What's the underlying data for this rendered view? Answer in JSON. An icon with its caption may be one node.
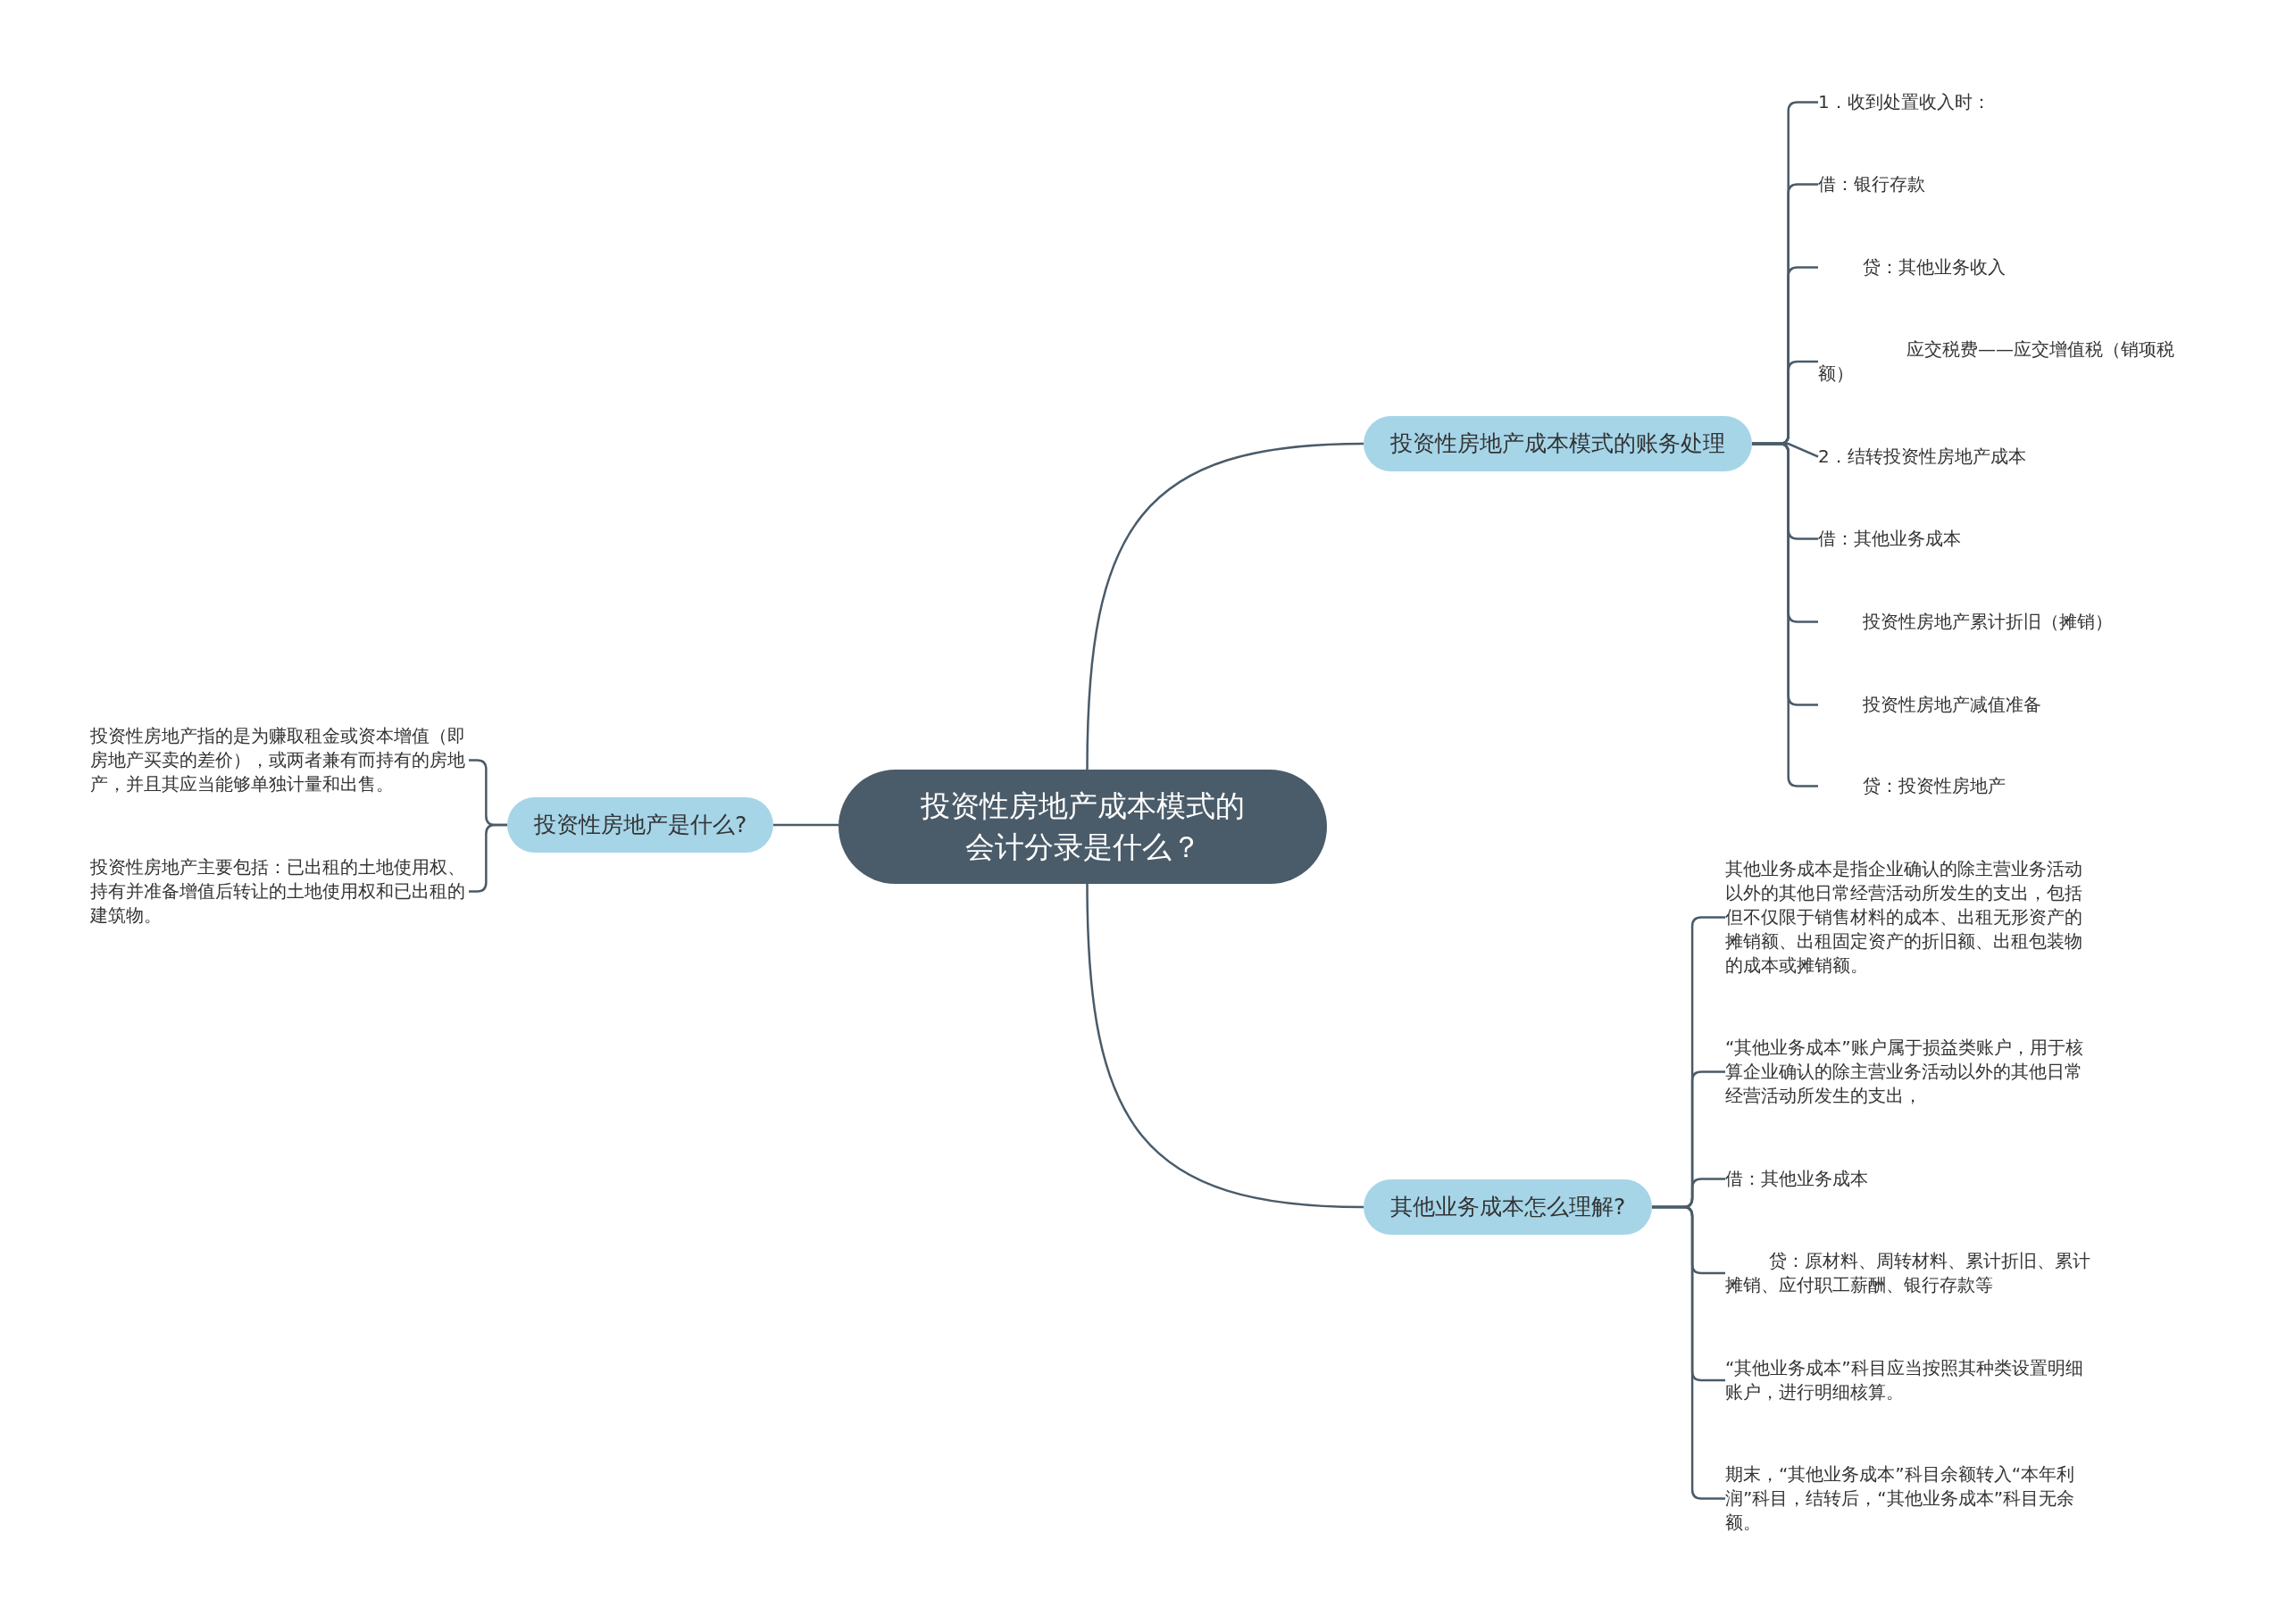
{
  "diagram": {
    "nodes": [
      {
        "text": [
          "投资性房地产成本模式的会计分录是什么？"
        ]
      },
      {
        "text": [
          "投资性房地产是什么?"
        ]
      },
      {
        "text": [
          "投资性房地产指的是为赚取租金或资本增值（即房地产买卖的差价），或两者兼有而持有的房地产，并且其应当能够单独计量和出售。"
        ]
      },
      {
        "text": [
          "投资性房地产主要包括：已出租的土地使用权、持有并准备增值后转让的土地使用权和已出租的建筑物。"
        ]
      },
      {
        "text": [
          "投资性房地产成本模式的账务处理"
        ]
      },
      {
        "text": [
          "1．收到处置收入时："
        ]
      },
      {
        "text": [
          "借：银行存款"
        ]
      },
      {
        "text": [
          "贷：其他业务收入"
        ]
      },
      {
        "text": [
          "应交税费——应交增值税（销项税额）"
        ]
      },
      {
        "text": [
          "2．结转投资性房地产成本"
        ]
      },
      {
        "text": [
          "借：其他业务成本"
        ]
      },
      {
        "text": [
          "投资性房地产累计折旧（摊销）"
        ]
      },
      {
        "text": [
          "投资性房地产减值准备"
        ]
      },
      {
        "text": [
          "贷：投资性房地产"
        ]
      },
      {
        "text": [
          "其他业务成本怎么理解?"
        ]
      },
      {
        "text": [
          "其他业务成本是指企业确认的除主营业务活动以外的其他日常经营活动所发生的支出，包括但不仅限于销售材料的成本、出租无形资产的摊销额、出租固定资产的折旧额、出租包装物的成本或摊销额。"
        ]
      },
      {
        "text": [
          "“其他业务成本”账户属于损益类账户，用于核算企业确认的除主营业务活动以外的其他日常经营活动所发生的支出，"
        ]
      },
      {
        "text": [
          "借：其他业务成本"
        ]
      },
      {
        "text": [
          "贷：原材料、周转材料、累计折旧、累计摊销、应付职工薪酬、银行存款等"
        ]
      },
      {
        "text": [
          "“其他业务成本”科目应当按照其种类设置明细账户，进行明细核算。"
        ]
      },
      {
        "text": [
          "期末，“其他业务成本”科目余额转入“本年利润”科目，结转后，“其他业务成本”科目无余额。"
        ]
      }
    ],
    "edges": [
      {
        "from": 0,
        "to": 1,
        "arrow": "none"
      },
      {
        "from": 1,
        "to": 2,
        "arrow": "none"
      },
      {
        "from": 1,
        "to": 3,
        "arrow": "none"
      },
      {
        "from": 0,
        "to": 4,
        "arrow": "none"
      },
      {
        "from": 4,
        "to": 5,
        "arrow": "none"
      },
      {
        "from": 4,
        "to": 6,
        "arrow": "none"
      },
      {
        "from": 4,
        "to": 7,
        "arrow": "none"
      },
      {
        "from": 4,
        "to": 8,
        "arrow": "none"
      },
      {
        "from": 4,
        "to": 9,
        "arrow": "none"
      },
      {
        "from": 4,
        "to": 10,
        "arrow": "none"
      },
      {
        "from": 4,
        "to": 11,
        "arrow": "none"
      },
      {
        "from": 4,
        "to": 12,
        "arrow": "none"
      },
      {
        "from": 4,
        "to": 13,
        "arrow": "none"
      },
      {
        "from": 0,
        "to": 14,
        "arrow": "none"
      },
      {
        "from": 14,
        "to": 15,
        "arrow": "none"
      },
      {
        "from": 14,
        "to": 16,
        "arrow": "none"
      },
      {
        "from": 14,
        "to": 17,
        "arrow": "none"
      },
      {
        "from": 14,
        "to": 18,
        "arrow": "none"
      },
      {
        "from": 14,
        "to": 19,
        "arrow": "none"
      },
      {
        "from": 14,
        "to": 20,
        "arrow": "none"
      }
    ]
  }
}
